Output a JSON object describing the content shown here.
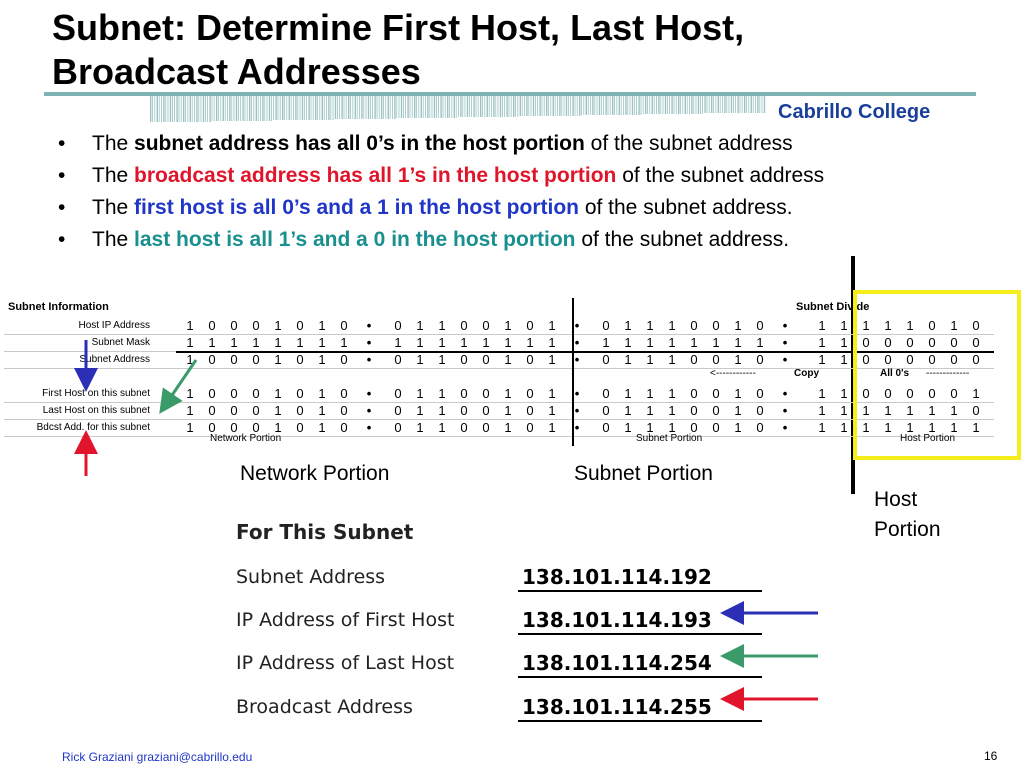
{
  "title": {
    "line1": "Subnet: Determine First Host, Last Host,",
    "line2": "Broadcast Addresses"
  },
  "brand": "Cabrillo College",
  "bullets": [
    {
      "prefix": "The ",
      "highlight": "subnet address has all 0’s in the host portion",
      "suffix": " of the subnet address",
      "color": "#000000"
    },
    {
      "prefix": "The ",
      "highlight": "broadcast address has all 1’s in the host portion",
      "suffix": " of the subnet address",
      "color": "#e0142b"
    },
    {
      "prefix": "The ",
      "highlight": "first host is all 0’s and a 1 in the host portion",
      "suffix": " of the subnet address.",
      "color": "#1f36c8"
    },
    {
      "prefix": "The ",
      "highlight": "last host is all 1’s and a 0 in the host portion",
      "suffix": " of the subnet address.",
      "color": "#1a8f8f"
    }
  ],
  "table": {
    "header_left": "Subnet Information",
    "header_right": "Subnet Divide",
    "copy_label": "Copy",
    "copy_arrow": "<------------",
    "copy_dashes": "-------------",
    "all_zeros": "All 0's",
    "rows": [
      {
        "label": "Host IP Address",
        "bits": [
          "10001010",
          "01100101",
          "01110010",
          "11111010"
        ]
      },
      {
        "label": "Subnet Mask",
        "bits": [
          "11111111",
          "11111111",
          "11111111",
          "11000000"
        ]
      },
      {
        "label": "Subnet Address",
        "bits": [
          "10001010",
          "01100101",
          "01110010",
          "11000000"
        ]
      },
      {
        "label": "First Host on this subnet",
        "bits": [
          "10001010",
          "01100101",
          "01110010",
          "11000001"
        ]
      },
      {
        "label": "Last Host on this subnet",
        "bits": [
          "10001010",
          "01100101",
          "01110010",
          "11111110"
        ]
      },
      {
        "label": "Bdcst Add. for this subnet",
        "bits": [
          "10001010",
          "01100101",
          "01110010",
          "11111111"
        ]
      }
    ],
    "footer_network": "Network Portion",
    "footer_subnet": "Subnet Portion",
    "footer_host": "Host Portion"
  },
  "captions": {
    "network": "Network Portion",
    "subnet": "Subnet Portion",
    "host_line1": "Host",
    "host_line2": "Portion"
  },
  "summary": {
    "title": "For This Subnet",
    "items": [
      {
        "label": "Subnet Address",
        "value": "138.101.114.192"
      },
      {
        "label": "IP Address of First Host",
        "value": "138.101.114.193"
      },
      {
        "label": "IP Address of Last Host",
        "value": "138.101.114.254"
      },
      {
        "label": "Broadcast Address",
        "value": "138.101.114.255"
      }
    ]
  },
  "footer": {
    "author": "Rick Graziani  graziani@cabrillo.edu",
    "page": "16"
  },
  "colors": {
    "blue_arrow": "#2a2fb5",
    "green_arrow": "#3a9a6a",
    "red_arrow": "#e0142b",
    "host_box": "#f5ee1a"
  }
}
